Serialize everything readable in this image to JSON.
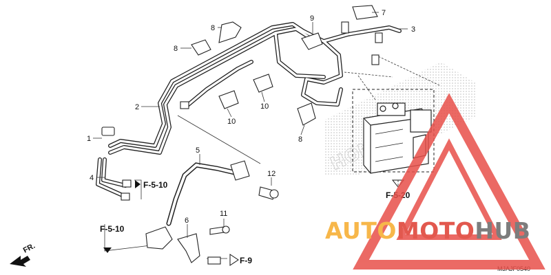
{
  "diagram": {
    "part_callouts": [
      "1",
      "2",
      "3",
      "4",
      "5",
      "6",
      "7",
      "8",
      "8",
      "8",
      "9",
      "10",
      "10",
      "11",
      "12"
    ],
    "section_refs": [
      "F-5-10",
      "F-5-10",
      "F-5-20",
      "F-9"
    ],
    "direction_label": "FR.",
    "drawing_code": "MJAJF0540",
    "watermark_brand": "HONDA"
  },
  "watermark": {
    "part1": "AUTO",
    "part2": "MOTO",
    "part3": "HUB",
    "colors": {
      "auto": "#f7b74a",
      "moto": "#e2584e",
      "hub": "#7d7d7d",
      "triangle": "#e8504a"
    }
  }
}
